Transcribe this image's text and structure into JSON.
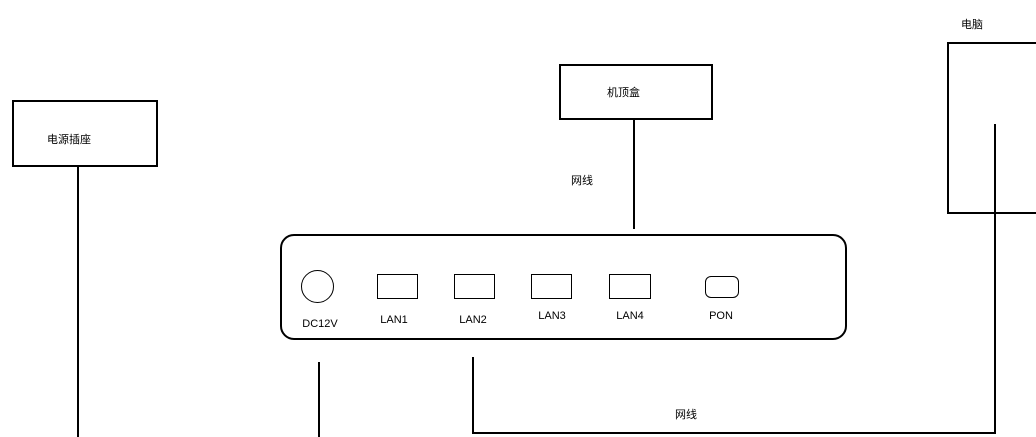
{
  "devices": {
    "power_socket": {
      "label": "电源插座"
    },
    "set_top_box": {
      "label": "机顶盒"
    },
    "computer": {
      "label": "电脑"
    }
  },
  "cables": {
    "stb_cable_label": "网线",
    "pc_cable_label": "网线"
  },
  "router": {
    "ports": [
      {
        "id": "dc",
        "label": "DC12V",
        "shape": "circle"
      },
      {
        "id": "lan1",
        "label": "LAN1",
        "shape": "rect"
      },
      {
        "id": "lan2",
        "label": "LAN2",
        "shape": "rect"
      },
      {
        "id": "lan3",
        "label": "LAN3",
        "shape": "rect"
      },
      {
        "id": "lan4",
        "label": "LAN4",
        "shape": "rect"
      },
      {
        "id": "pon",
        "label": "PON",
        "shape": "rounded"
      }
    ]
  }
}
